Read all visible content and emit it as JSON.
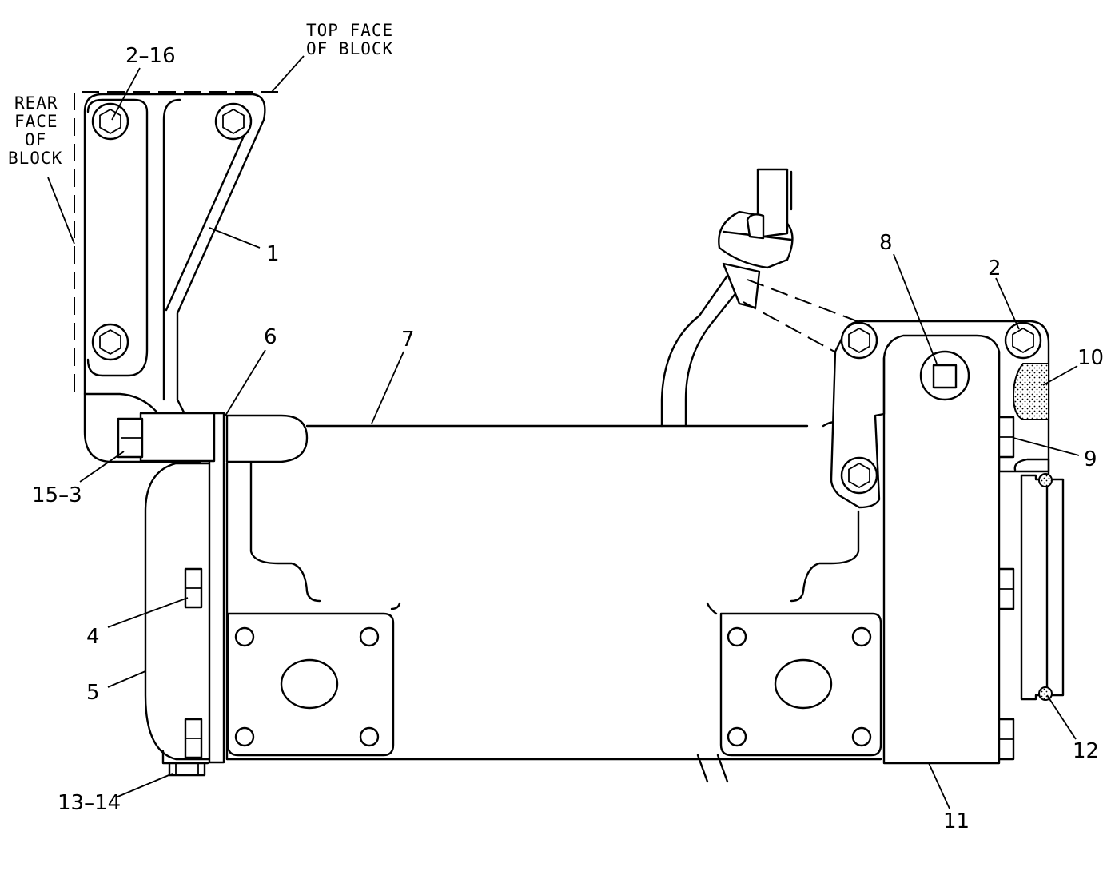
{
  "callouts": {
    "c1": "1",
    "c2": "2",
    "c2_16": "2–16",
    "c4": "4",
    "c5": "5",
    "c6": "6",
    "c7": "7",
    "c8": "8",
    "c9": "9",
    "c10": "10",
    "c11": "11",
    "c12": "12",
    "c13_14": "13–14",
    "c15_3": "15–3"
  },
  "notes": {
    "top_face": [
      "TOP FACE",
      "OF BLOCK"
    ],
    "rear_face": [
      "REAR",
      "FACE",
      "OF",
      "BLOCK"
    ]
  }
}
